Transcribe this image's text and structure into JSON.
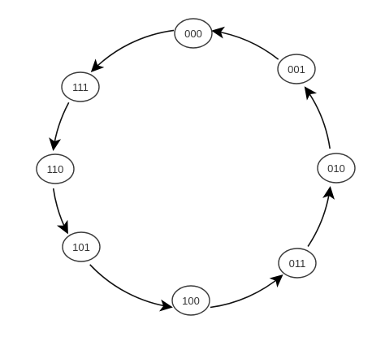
{
  "diagram": {
    "nodes": [
      {
        "id": "000",
        "label": "000"
      },
      {
        "id": "001",
        "label": "001"
      },
      {
        "id": "010",
        "label": "010"
      },
      {
        "id": "011",
        "label": "011"
      },
      {
        "id": "100",
        "label": "100"
      },
      {
        "id": "101",
        "label": "101"
      },
      {
        "id": "110",
        "label": "110"
      },
      {
        "id": "111",
        "label": "111"
      }
    ],
    "edges": [
      {
        "from": "000",
        "to": "111"
      },
      {
        "from": "111",
        "to": "110"
      },
      {
        "from": "110",
        "to": "101"
      },
      {
        "from": "101",
        "to": "100"
      },
      {
        "from": "100",
        "to": "011"
      },
      {
        "from": "011",
        "to": "010"
      },
      {
        "from": "010",
        "to": "001"
      },
      {
        "from": "001",
        "to": "000"
      }
    ],
    "colors": {
      "node_fill": "#ffffff",
      "node_stroke": "#3a3a3a",
      "edge": "#111111",
      "arrow": "#000000",
      "text": "#333333"
    }
  }
}
